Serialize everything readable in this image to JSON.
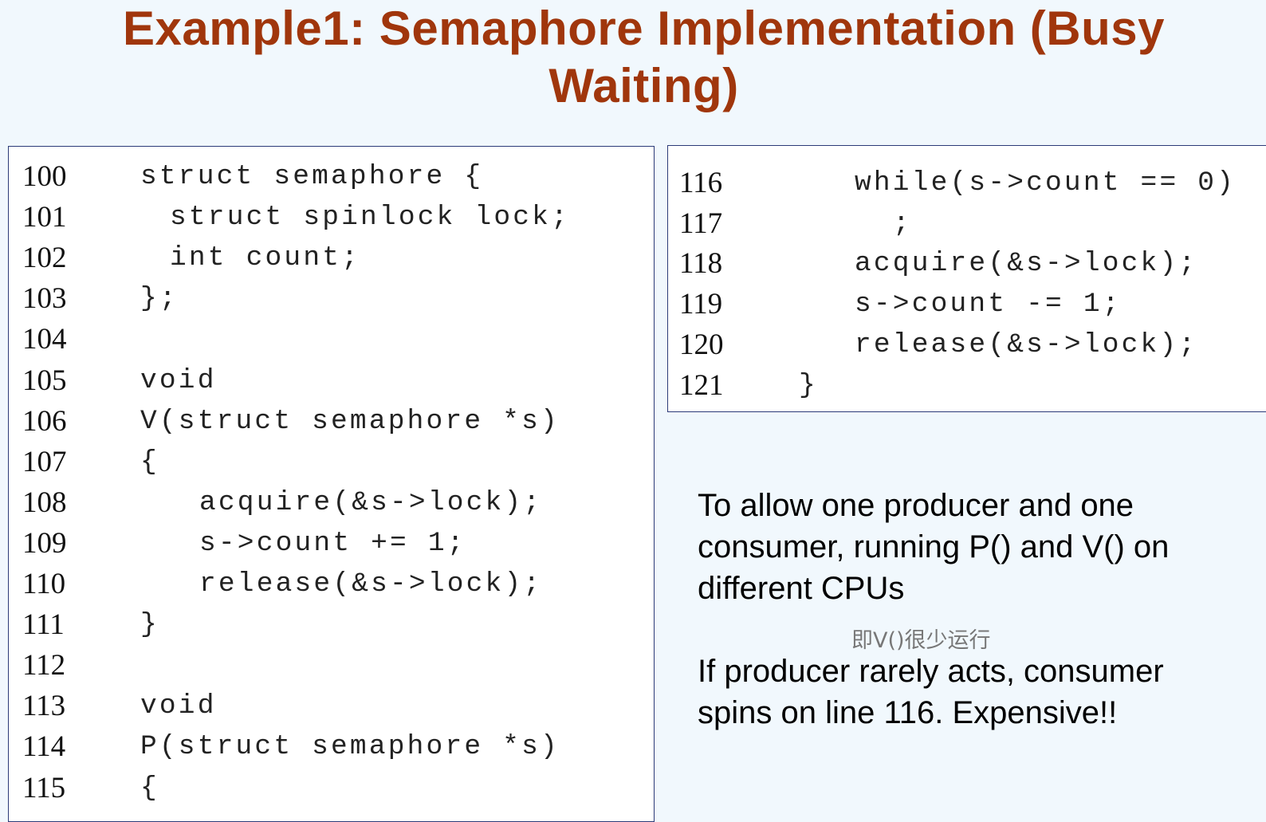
{
  "title": {
    "line1": "Example1: Semaphore Implementation (Busy",
    "line2": "Waiting)"
  },
  "code_left": {
    "lines": [
      {
        "num": "100",
        "code": "struct semaphore {",
        "indent": 0
      },
      {
        "num": "101",
        "code": "struct spinlock lock;",
        "indent": 1
      },
      {
        "num": "102",
        "code": "int count;",
        "indent": 1
      },
      {
        "num": "103",
        "code": "};",
        "indent": 0
      },
      {
        "num": "104",
        "code": "",
        "indent": 0
      },
      {
        "num": "105",
        "code": "void",
        "indent": 0
      },
      {
        "num": "106",
        "code": "V(struct semaphore *s)",
        "indent": 0
      },
      {
        "num": "107",
        "code": "{",
        "indent": 0
      },
      {
        "num": "108",
        "code": "acquire(&s->lock);",
        "indent": 2
      },
      {
        "num": "109",
        "code": "s->count += 1;",
        "indent": 2
      },
      {
        "num": "110",
        "code": "release(&s->lock);",
        "indent": 2
      },
      {
        "num": "111",
        "code": "}",
        "indent": 0
      },
      {
        "num": "112",
        "code": "",
        "indent": 0
      },
      {
        "num": "113",
        "code": "void",
        "indent": 0
      },
      {
        "num": "114",
        "code": "P(struct semaphore *s)",
        "indent": 0
      },
      {
        "num": "115",
        "code": "{",
        "indent": 0
      }
    ]
  },
  "code_right": {
    "lines": [
      {
        "num": "116",
        "code": "while(s->count == 0)",
        "indent": 2
      },
      {
        "num": "117",
        "code": ";",
        "indent": 3
      },
      {
        "num": "118",
        "code": "acquire(&s->lock);",
        "indent": 2
      },
      {
        "num": "119",
        "code": "s->count -= 1;",
        "indent": 2
      },
      {
        "num": "120",
        "code": "release(&s->lock);",
        "indent": 2
      },
      {
        "num": "121",
        "code": "}",
        "indent": 0
      }
    ]
  },
  "description": {
    "para1": [
      "To allow one producer and one",
      "consumer, running P() and V() on",
      "different CPUs"
    ],
    "annotation": "即V()很少运行",
    "para2": [
      "If producer rarely acts, consumer",
      "spins on line 116. Expensive!!"
    ]
  }
}
